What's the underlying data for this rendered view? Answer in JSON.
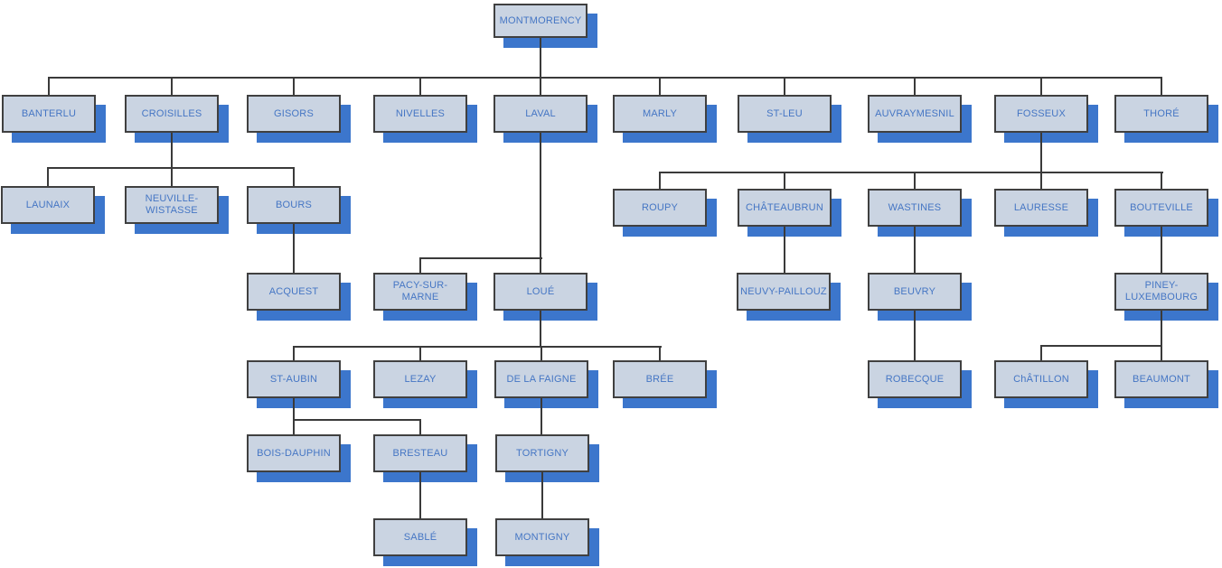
{
  "diagram": {
    "type": "org-chart",
    "description": "Genealogical tree of the house of Montmorency"
  },
  "colors": {
    "node_fill": "#CAD4E2",
    "node_border": "#404040",
    "node_shadow": "#3C76CC",
    "text_color": "#4576C4",
    "line_color": "#3a3a3a"
  },
  "nodes": {
    "montmorency": {
      "label": "MONTMORENCY"
    },
    "banterlu": {
      "label": "BANTERLU"
    },
    "croisilles": {
      "label": "CROISILLES"
    },
    "gisors": {
      "label": "GISORS"
    },
    "nivelles": {
      "label": "NIVELLES"
    },
    "laval": {
      "label": "LAVAL"
    },
    "marly": {
      "label": "MARLY"
    },
    "st_leu": {
      "label": "ST-LEU"
    },
    "auvraymesnil": {
      "label": "AUVRAYMESNIL"
    },
    "fosseux": {
      "label": "FOSSEUX"
    },
    "thore": {
      "label": "THORÉ"
    },
    "launaix": {
      "label": "LAUNAIX"
    },
    "neuville_wistasse": {
      "label": "NEUVILLE-\nWISTASSE"
    },
    "bours": {
      "label": "BOURS"
    },
    "acquest": {
      "label": "ACQUEST"
    },
    "pacy_sur_marne": {
      "label": "PACY-SUR-MARNE"
    },
    "loue": {
      "label": "LOUÉ"
    },
    "st_aubin": {
      "label": "ST-AUBIN"
    },
    "lezay": {
      "label": "LEZAY"
    },
    "de_la_faigne": {
      "label": "DE LA FAIGNE"
    },
    "bree": {
      "label": "BRÉE"
    },
    "bois_dauphin": {
      "label": "BOIS-DAUPHIN"
    },
    "bresteau": {
      "label": "BRESTEAU"
    },
    "sable": {
      "label": "SABLÉ"
    },
    "tortigny": {
      "label": "TORTIGNY"
    },
    "montigny": {
      "label": "MONTIGNY"
    },
    "roupy": {
      "label": "ROUPY"
    },
    "chateaubrun": {
      "label": "CHÂTEAUBRUN"
    },
    "wastines": {
      "label": "WASTINES"
    },
    "lauresse": {
      "label": "LAURESSE"
    },
    "bouteville": {
      "label": "BOUTEVILLE"
    },
    "neuvy_paillouz": {
      "label": "NEUVY-PAILLOUZ"
    },
    "beuvry": {
      "label": "BEUVRY"
    },
    "robecque": {
      "label": "ROBECQUE"
    },
    "piney_luxembourg": {
      "label": "PINEY-\nLUXEMBOURG"
    },
    "chatillon": {
      "label": "ChÂTILLON"
    },
    "beaumont": {
      "label": "BEAUMONT"
    }
  },
  "hierarchy": {
    "label": "MONTMORENCY",
    "children": [
      {
        "label": "BANTERLU"
      },
      {
        "label": "CROISILLES",
        "children": [
          {
            "label": "LAUNAIX"
          },
          {
            "label": "NEUVILLE-WISTASSE"
          },
          {
            "label": "BOURS",
            "children": [
              {
                "label": "ACQUEST"
              }
            ]
          }
        ]
      },
      {
        "label": "GISORS"
      },
      {
        "label": "NIVELLES"
      },
      {
        "label": "LAVAL",
        "children": [
          {
            "label": "PACY-SUR-MARNE"
          },
          {
            "label": "LOUÉ",
            "children": [
              {
                "label": "ST-AUBIN",
                "children": [
                  {
                    "label": "BOIS-DAUPHIN"
                  },
                  {
                    "label": "BRESTEAU",
                    "children": [
                      {
                        "label": "SABLÉ"
                      }
                    ]
                  }
                ]
              },
              {
                "label": "LEZAY"
              },
              {
                "label": "DE LA FAIGNE",
                "children": [
                  {
                    "label": "TORTIGNY",
                    "children": [
                      {
                        "label": "MONTIGNY"
                      }
                    ]
                  }
                ]
              },
              {
                "label": "BRÉE"
              }
            ]
          }
        ]
      },
      {
        "label": "MARLY"
      },
      {
        "label": "ST-LEU"
      },
      {
        "label": "AUVRAYMESNIL"
      },
      {
        "label": "FOSSEUX",
        "children": [
          {
            "label": "ROUPY"
          },
          {
            "label": "CHÂTEAUBRUN",
            "children": [
              {
                "label": "NEUVY-PAILLOUZ"
              }
            ]
          },
          {
            "label": "WASTINES",
            "children": [
              {
                "label": "BEUVRY",
                "children": [
                  {
                    "label": "ROBECQUE"
                  }
                ]
              }
            ]
          },
          {
            "label": "LAURESSE"
          },
          {
            "label": "BOUTEVILLE",
            "children": [
              {
                "label": "PINEY-LUXEMBOURG",
                "children": [
                  {
                    "label": "ChÂTILLON"
                  },
                  {
                    "label": "BEAUMONT"
                  }
                ]
              }
            ]
          }
        ]
      },
      {
        "label": "THORÉ"
      }
    ]
  }
}
